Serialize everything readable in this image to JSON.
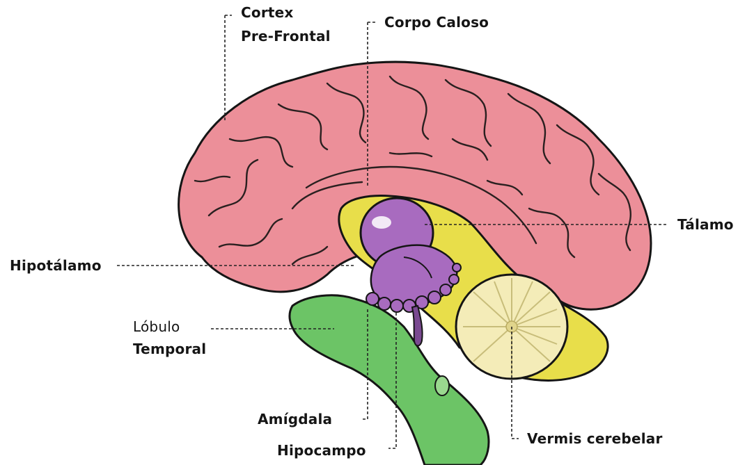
{
  "colors": {
    "cortex": "#ec8f99",
    "yellow": "#e8de4a",
    "purple": "#a86bbf",
    "green": "#6cc466",
    "cerebellum": "#f4ecb8"
  },
  "labels": {
    "cortex_prefrontal_1": "Cortex",
    "cortex_prefrontal_2": "Pre-Frontal",
    "corpo_caloso": "Corpo Caloso",
    "talamo": "Tálamo",
    "hipotalamo": "Hipotálamo",
    "lobulo_temporal_1": "Lóbulo",
    "lobulo_temporal_2": "Temporal",
    "amigdala": "Amígdala",
    "hipocampo": "Hipocampo",
    "vermis_cerebelar": "Vermis cerebelar"
  }
}
